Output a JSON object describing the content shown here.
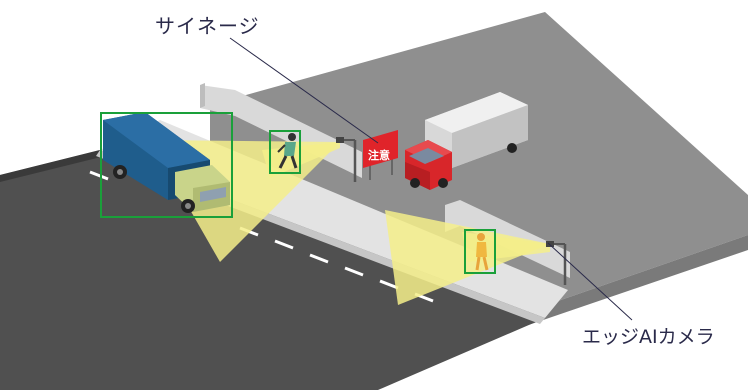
{
  "labels": {
    "signage": "サイネージ",
    "edge_ai_camera": "エッジAIカメラ",
    "sign_text": "注意"
  },
  "colors": {
    "lot": "#8f8f8f",
    "road": "#505050",
    "road_edge": "#3a3a3a",
    "sidewalk": "#e3e3e3",
    "wall": "#d9d9d9",
    "detection_box": "#1aa03a",
    "camera_cone": "#f4ee8a",
    "blue_truck": "#1f5d8c",
    "red_truck": "#d8262a",
    "sign": "#e0242a",
    "callout": "#2a2a4a"
  }
}
